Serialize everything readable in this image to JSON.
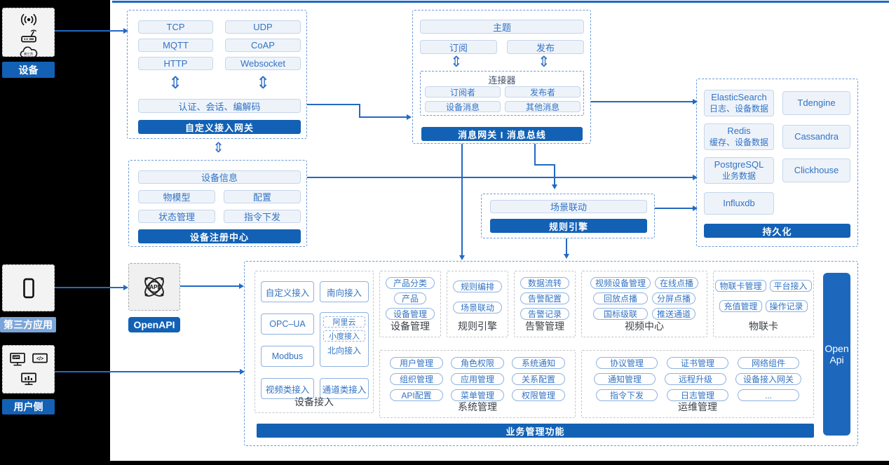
{
  "colors": {
    "accent_blue": "#1261b5",
    "arrow_blue": "#2269c4",
    "light_fill": "#eef3fa",
    "lite_label_blue": "#7aa5d9"
  },
  "icons": [
    "wifi-signal-icon",
    "router-icon",
    "cloud-icon",
    "phone-icon",
    "app-window-icon",
    "code-window-icon",
    "chart-monitor-icon",
    "api-atom-icon",
    "double-arrow-icon"
  ],
  "sources": {
    "device": {
      "label": "设备",
      "cloud_text": "第三方"
    },
    "third_party": {
      "label": "第三方应用"
    },
    "user_side": {
      "label": "用户侧"
    }
  },
  "custom_gateway": {
    "protocols": [
      "TCP",
      "UDP",
      "MQTT",
      "CoAP",
      "HTTP",
      "Websocket"
    ],
    "middleware": "认证、会话、编解码",
    "title": "自定义接入网关"
  },
  "message_gateway": {
    "topic": "主题",
    "subscribe": "订阅",
    "publish": "发布",
    "connector": {
      "title": "连接器",
      "items": [
        "订阅者",
        "发布者",
        "设备消息",
        "其他消息"
      ]
    },
    "title": "消息网关 I 消息总线"
  },
  "persistence": {
    "stores": [
      {
        "name": "ElasticSearch",
        "desc": "日志、设备数据"
      },
      {
        "name": "Tdengine",
        "desc": ""
      },
      {
        "name": "Redis",
        "desc": "缓存、设备数据"
      },
      {
        "name": "Cassandra",
        "desc": ""
      },
      {
        "name": "PostgreSQL",
        "desc": "业务数据"
      },
      {
        "name": "Clickhouse",
        "desc": ""
      },
      {
        "name": "Influxdb",
        "desc": ""
      }
    ],
    "title": "持久化"
  },
  "device_registry": {
    "wide": "设备信息",
    "items": [
      "物模型",
      "配置",
      "状态管理",
      "指令下发"
    ],
    "title": "设备注册中心"
  },
  "rule_engine_box": {
    "item": "场景联动",
    "title": "规则引擎"
  },
  "openapi": {
    "label": "OpenAPI",
    "icon_text": "API"
  },
  "business": {
    "title": "业务管理功能",
    "open_api_bar": "Open\nApi",
    "device_access": {
      "label": "设备接入",
      "col1": [
        "自定义接入",
        "OPC–UA",
        "Modbus",
        "视频类接入"
      ],
      "col2_top": "南向接入",
      "north": {
        "items": [
          "阿里云",
          "小度接入"
        ],
        "label": "北向接入"
      },
      "col2_bottom": "通道类接入"
    },
    "device_mgmt": {
      "label": "设备管理",
      "items": [
        "产品分类",
        "产品",
        "设备管理"
      ]
    },
    "rule_engine": {
      "label": "规则引擎",
      "items": [
        "规则编排",
        "场景联动"
      ]
    },
    "alarm_mgmt": {
      "label": "告警管理",
      "items": [
        "数据流转",
        "告警配置",
        "告警记录"
      ]
    },
    "video_center": {
      "label": "视频中心",
      "items": [
        "视频设备管理",
        "在线点播",
        "回放点播",
        "分屏点播",
        "国标级联",
        "推送通道"
      ]
    },
    "iot_card": {
      "label": "物联卡",
      "items": [
        "物联卡管理",
        "平台接入",
        "充值管理",
        "操作记录"
      ]
    },
    "system_mgmt": {
      "label": "系统管理",
      "items": [
        "用户管理",
        "角色权限",
        "系统通知",
        "组织管理",
        "应用管理",
        "关系配置",
        "API配置",
        "菜单管理",
        "权限管理"
      ]
    },
    "ops_mgmt": {
      "label": "运维管理",
      "items": [
        "协议管理",
        "证书管理",
        "网络组件",
        "通知管理",
        "远程升级",
        "设备接入网关",
        "指令下发",
        "日志管理",
        "..."
      ]
    }
  }
}
